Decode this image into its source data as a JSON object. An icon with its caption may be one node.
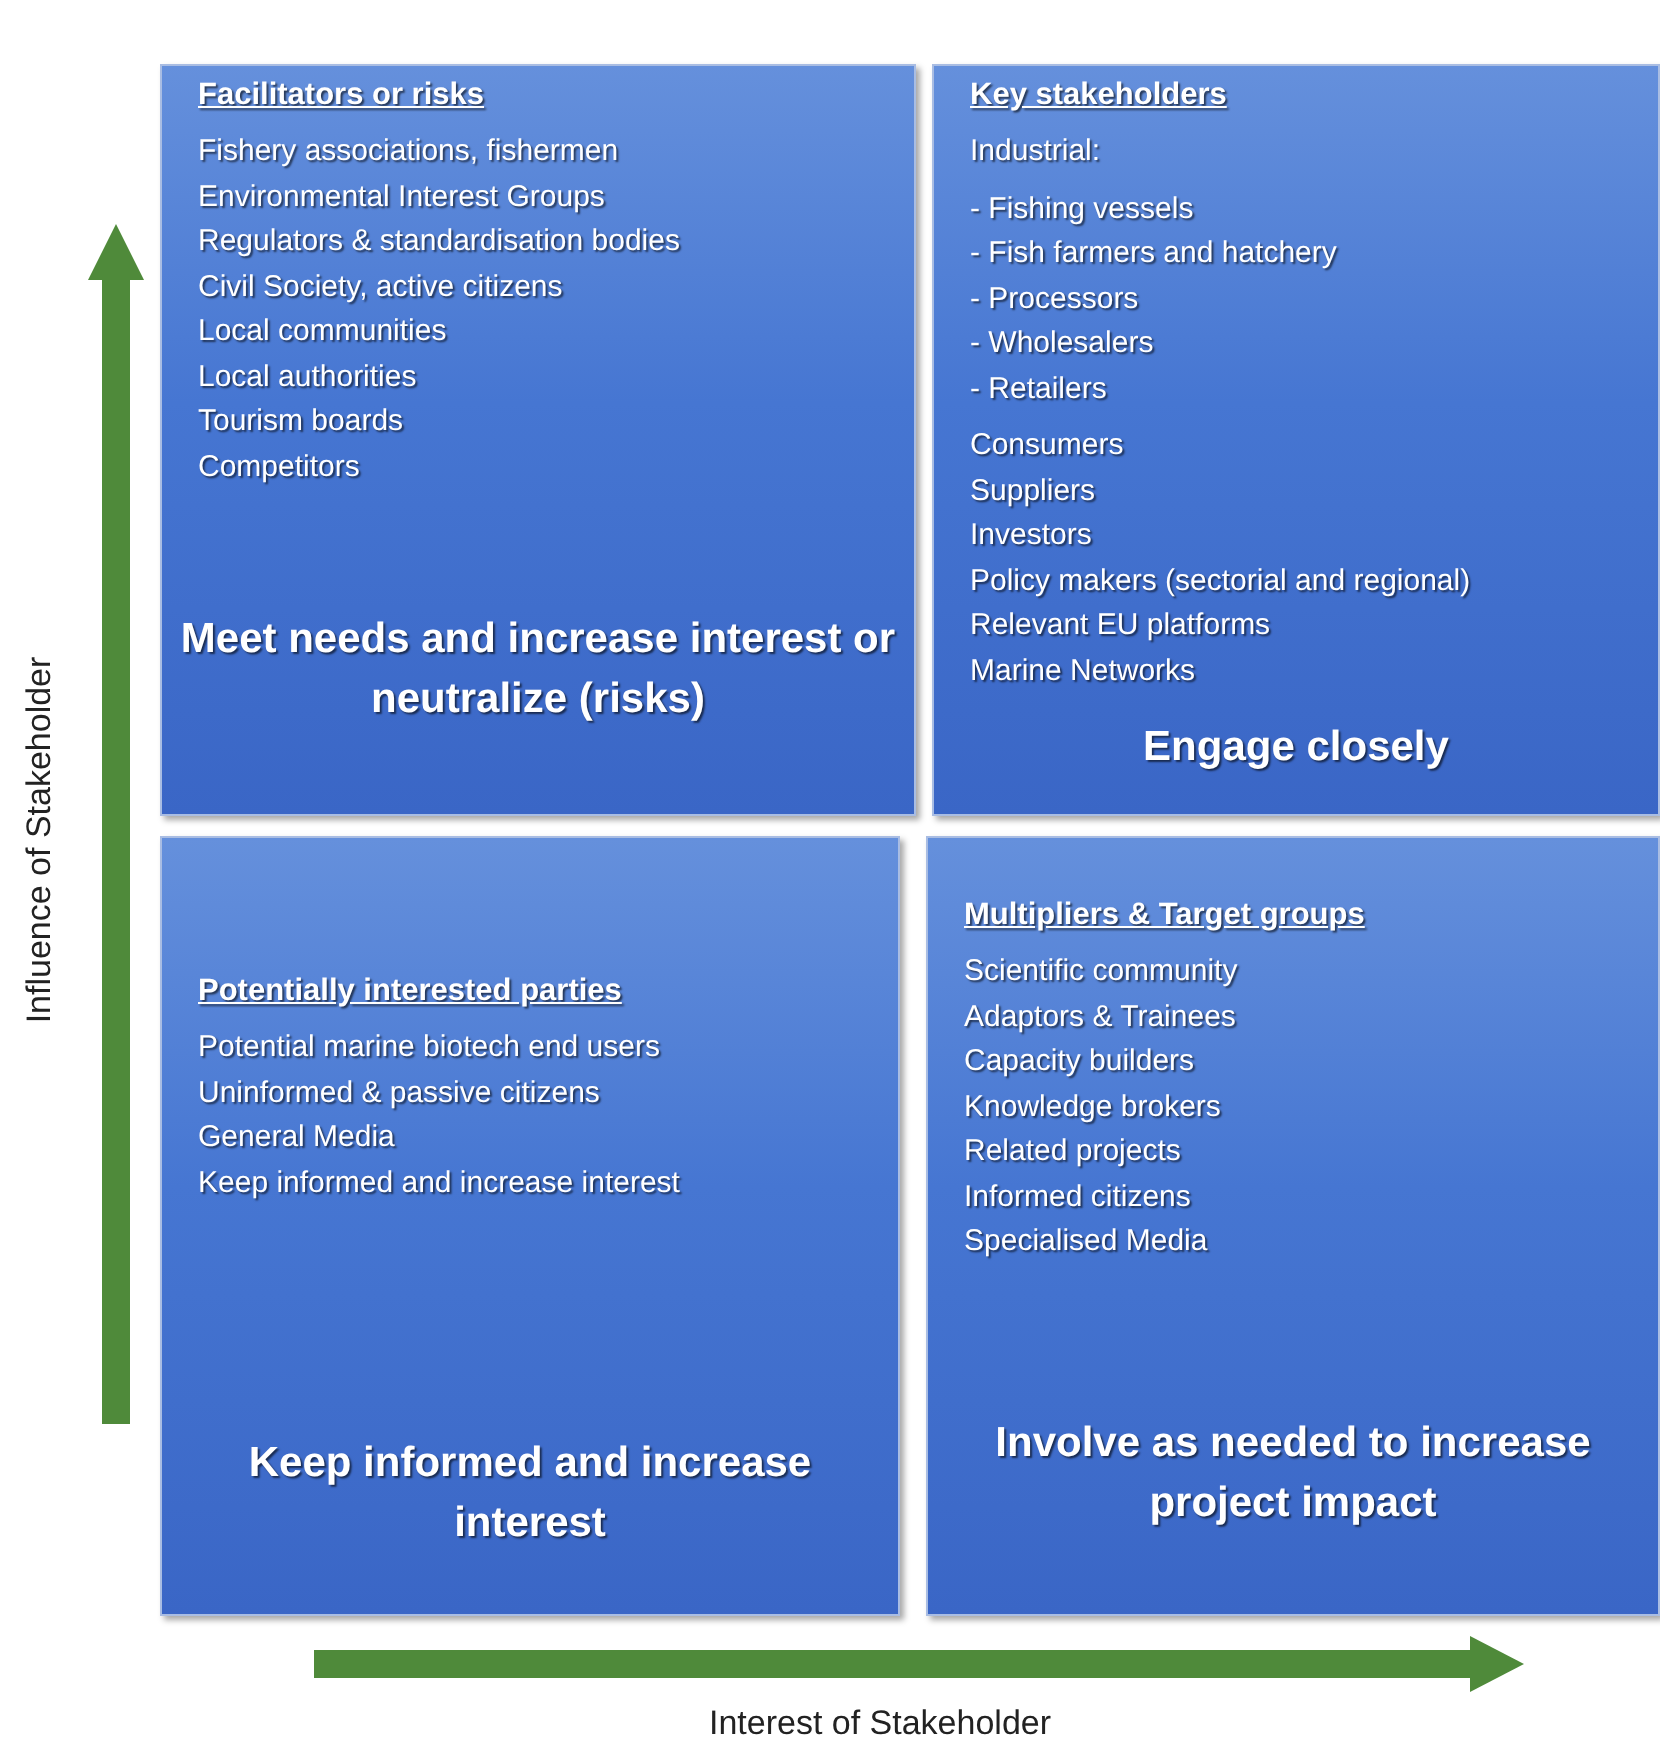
{
  "diagram": {
    "nodes": [
      {
        "text": [
          "Facilitators or risks",
          "Fishery associations, fishermen",
          "Environmental Interest Groups",
          "Regulators & standardisation bodies",
          "Civil Society, active citizens",
          "Local communities",
          "Local authorities",
          "Tourism boards",
          "Competitors",
          "Meet needs and increase interest or neutralize (risks)"
        ]
      },
      {
        "text": [
          "Key stakeholders",
          "Industrial:",
          "- Fishing vessels",
          "- Fish farmers and hatchery",
          "- Processors",
          "- Wholesalers",
          "- Retailers",
          "Consumers",
          "Suppliers",
          "Investors",
          "Policy makers (sectorial and regional)",
          "Relevant EU platforms",
          "Marine Networks",
          "Engage closely"
        ]
      },
      {
        "text": [
          "Potentially interested parties",
          "Potential marine biotech end users",
          "Uninformed & passive citizens",
          "General Media",
          "Keep informed and increase interest",
          "Keep informed and increase interest"
        ]
      },
      {
        "text": [
          "Multipliers & Target groups",
          "Scientific community",
          "Adaptors & Trainees",
          "Capacity builders",
          "Knowledge brokers",
          "Related projects",
          "Informed citizens",
          "Specialised Media",
          "Involve as needed to increase project impact"
        ]
      }
    ],
    "labels": [
      "Influence of Stakeholder",
      "Interest of Stakeholder"
    ]
  }
}
